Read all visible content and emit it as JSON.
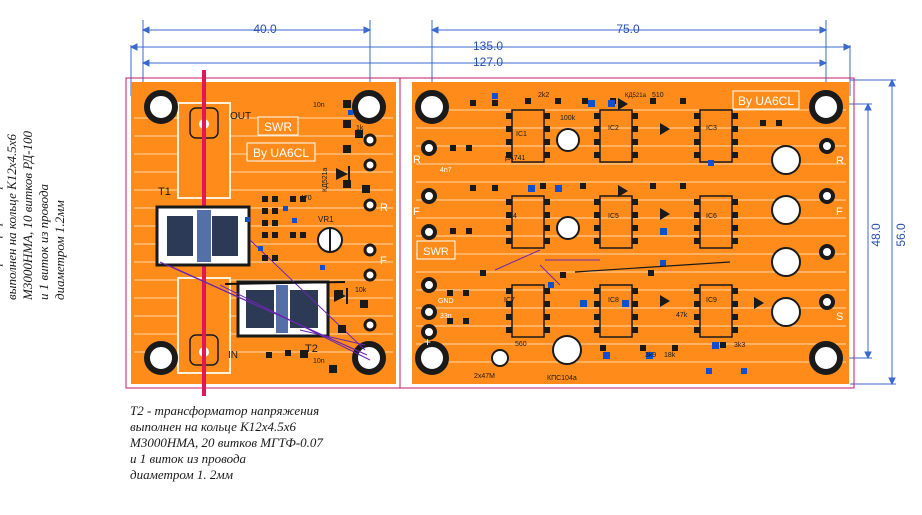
{
  "dimensions": {
    "dim_40": "40.0",
    "dim_75": "75.0",
    "dim_135": "135.0",
    "dim_127": "127.0",
    "dim_48": "48.0",
    "dim_56": "56.0"
  },
  "left_board": {
    "label_swr": "SWR",
    "label_by": "By UA6CL",
    "label_out": "OUT",
    "label_in": "IN",
    "label_t1": "T1",
    "label_t2": "T2",
    "label_vr1": "VR1",
    "label_r": "R",
    "label_f": "F",
    "label_diode": "КД521a",
    "label_10n_a": "10n",
    "label_10n_b": "10n",
    "label_1k": "1k",
    "label_470": "470",
    "label_10k": "10k"
  },
  "right_board": {
    "label_by": "By UA6CL",
    "label_swr": "SWR",
    "label_r_top": "R",
    "label_f_mid": "F",
    "label_r_right": "R",
    "label_f_right": "F",
    "label_s": "S",
    "label_gnd": "GND",
    "label_plus": "+",
    "label_ic1": "IC1",
    "label_ic2": "IC2",
    "label_ic3": "IC3",
    "label_ic4": "IC4",
    "label_ic5": "IC5",
    "label_ic6": "IC6",
    "label_ic7": "IC7",
    "label_ic8": "IC8",
    "label_ic9": "IC9",
    "label_ua741": "µA741",
    "label_kd521": "КД521a",
    "label_kpc": "КПС104a",
    "label_2k2": "2k2",
    "label_100k": "100k",
    "label_510": "510",
    "label_4n7": "4n7",
    "label_33n": "33n",
    "label_3k9": "3k9",
    "label_18k": "18k",
    "label_3k3": "3k3",
    "label_2x47m": "2x47M",
    "label_560": "560",
    "label_47k": "47k"
  },
  "notes": {
    "t1": "T1 - трансформатор тока\nвыполнен на кольце К12х4.5х6\nМ3000НМА, 10 витков РД-100\nи 1 виток из провода\nдиаметром 1.2мм",
    "t2": "T2 - трансформатор напряжения\nвыполнен на кольце К12х4.5х6\nМ3000НМА, 20 витков МГТФ-0.07\nи 1 виток из провода\nдиаметром 1. 2мм"
  },
  "colors": {
    "board": "#ff8c1a",
    "copper_line": "#fff1d9",
    "pad": "#1a1a1a",
    "via": "#1050d0",
    "dimension_line": "#3a6ad0",
    "outline": "#c0186a",
    "transformer": "#2d3a55"
  }
}
